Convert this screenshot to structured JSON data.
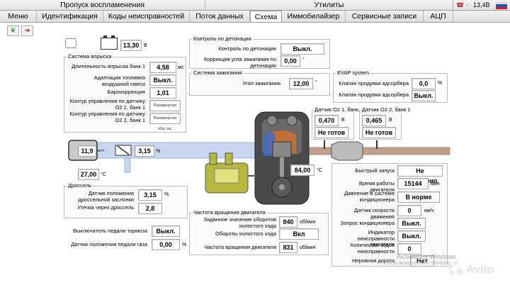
{
  "top_tabs": [
    "Пропуск воспламенения",
    "Утилиты"
  ],
  "status": {
    "voltage": "13,4В"
  },
  "tabs": [
    "Меню",
    "Идентификация",
    "Коды неисправностей",
    "Поток данных",
    "Схема",
    "Иммобилайзер",
    "Сервисные записи",
    "АЦП"
  ],
  "battery": {
    "value": "13,30",
    "unit": "В"
  },
  "injection": {
    "title": "Система впрыска",
    "rows": [
      {
        "label": "Длительность впрыска банк 1",
        "value": "4,58",
        "unit": "мс"
      },
      {
        "label": "Адаптация топливно воздушной смеси",
        "value": "Выкл.",
        "unit": ""
      },
      {
        "label": "Барокоррекция",
        "value": "1,01",
        "unit": ""
      },
      {
        "label": "Контур управления по датчику O2 1, банк 1",
        "value": "Разомкнутая обр. св.",
        "unit": ""
      },
      {
        "label": "Контур управления по датчику O2 2, банк 1",
        "value": "Разомкнутая обр. св.",
        "unit": ""
      }
    ]
  },
  "knock": {
    "title": "Контроль по детонации",
    "rows": [
      {
        "label": "Контроль по детонации",
        "value": "Выкл.",
        "unit": ""
      },
      {
        "label": "Коррекция угла зажигания по детонации",
        "value": "0,00",
        "unit": "°"
      }
    ]
  },
  "ignition": {
    "title": "Система зажигания",
    "rows": [
      {
        "label": "Угол зажигания",
        "value": "12,00",
        "unit": "°"
      }
    ]
  },
  "evap": {
    "title": "EVAP system",
    "rows": [
      {
        "label": "Клапан продувки адсорбера",
        "value": "0,0",
        "unit": "%"
      },
      {
        "label": "Клапан продувки адсорбера",
        "value": "Выкл.",
        "unit": ""
      }
    ]
  },
  "o2": [
    {
      "label": "Датчик O2 1, банк 1",
      "value": "0,470",
      "unit": "В",
      "status": "Не готов"
    },
    {
      "label": "Датчик O2 2, банк 1",
      "value": "0,465",
      "unit": "В",
      "status": "Не готов"
    }
  ],
  "maf": {
    "value": "11,9",
    "unit": "кг/ч"
  },
  "intake_temp": {
    "value": "27,00",
    "unit": "°C"
  },
  "throttle_gauge": {
    "value": "3,15",
    "unit": "%"
  },
  "coolant_temp": {
    "value": "84,00",
    "unit": "°C"
  },
  "throttle": {
    "title": "Дроссель",
    "rows": [
      {
        "label": "Датчик положения дроссельной заслонки",
        "value": "3,15",
        "unit": "%"
      },
      {
        "label": "Утечка через дроссель",
        "value": "2,8",
        "unit": ""
      }
    ]
  },
  "brake": {
    "label": "Выключатель педали тормоза",
    "value": "Выкл."
  },
  "gas_pedal": {
    "label": "Датчик положения педали газа",
    "value": "0,00",
    "unit": "%"
  },
  "engine_speed": {
    "title": "Частота вращения двигателя",
    "rows": [
      {
        "label": "Заданное значение оборотов холостого хода",
        "value": "840",
        "unit": "об/мин"
      },
      {
        "label": "Обороты холостого хода",
        "value": "Вкл",
        "unit": ""
      },
      {
        "label": "Частота вращения двигателя",
        "value": "831",
        "unit": "об/мин"
      }
    ]
  },
  "misc": {
    "rows": [
      {
        "label": "Быстрый запуск",
        "value": "Не разрешено",
        "unit": ""
      },
      {
        "label": "Время работы двигателя",
        "value": "15144",
        "unit": "мин"
      },
      {
        "label": "Давление в системе кондиционера",
        "value": "В норме",
        "unit": ""
      },
      {
        "label": "Датчик скорости движения",
        "value": "0",
        "unit": "км/ч"
      },
      {
        "label": "Запрос кондиционера",
        "value": "Выкл.",
        "unit": ""
      },
      {
        "label": "Индикатор неисправности двигателя",
        "value": "Выкл.",
        "unit": ""
      },
      {
        "label": "Количество кодов неисправности",
        "value": "0",
        "unit": ""
      },
      {
        "label": "Неровная дорога",
        "value": "Нет",
        "unit": ""
      }
    ]
  },
  "watermark": {
    "line1": "Активация Windows",
    "line2": "Чтобы активировать Windows",
    "brand": "Avito"
  },
  "colors": {
    "pipe": "#c9d6ef",
    "exhaust_pipe": "#c0a08a",
    "engine": "#4a4a4a",
    "intake_block": "#b8b840"
  }
}
